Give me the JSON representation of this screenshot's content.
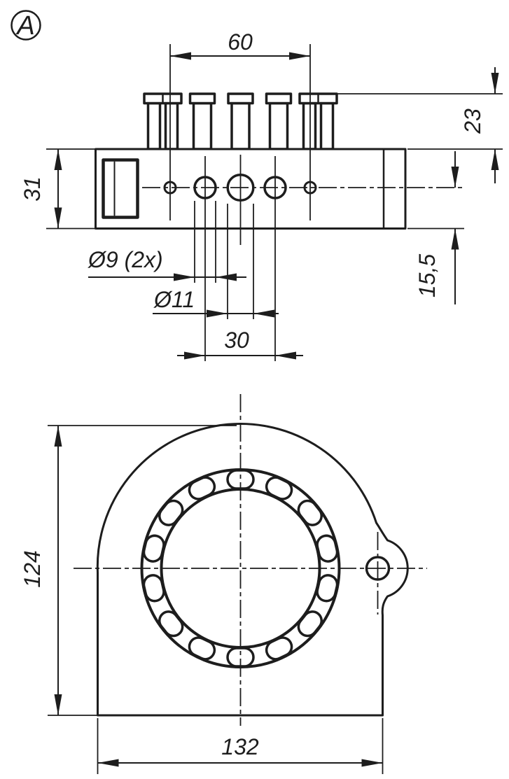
{
  "drawing": {
    "view_balloon": "A",
    "top_view": {
      "dim_outer_stud_span": "60",
      "dim_stud_height": "23",
      "dim_body_height": "31",
      "dim_hole_small": "Ø9 (2x)",
      "dim_hole_large": "Ø11",
      "dim_hole_spacing": "30",
      "dim_center_offset": "15,5"
    },
    "front_view": {
      "dim_height": "124",
      "dim_width": "132",
      "bearing_roller_count": 14
    },
    "colors": {
      "ink": "#1d1d1d",
      "background": "#ffffff"
    }
  }
}
